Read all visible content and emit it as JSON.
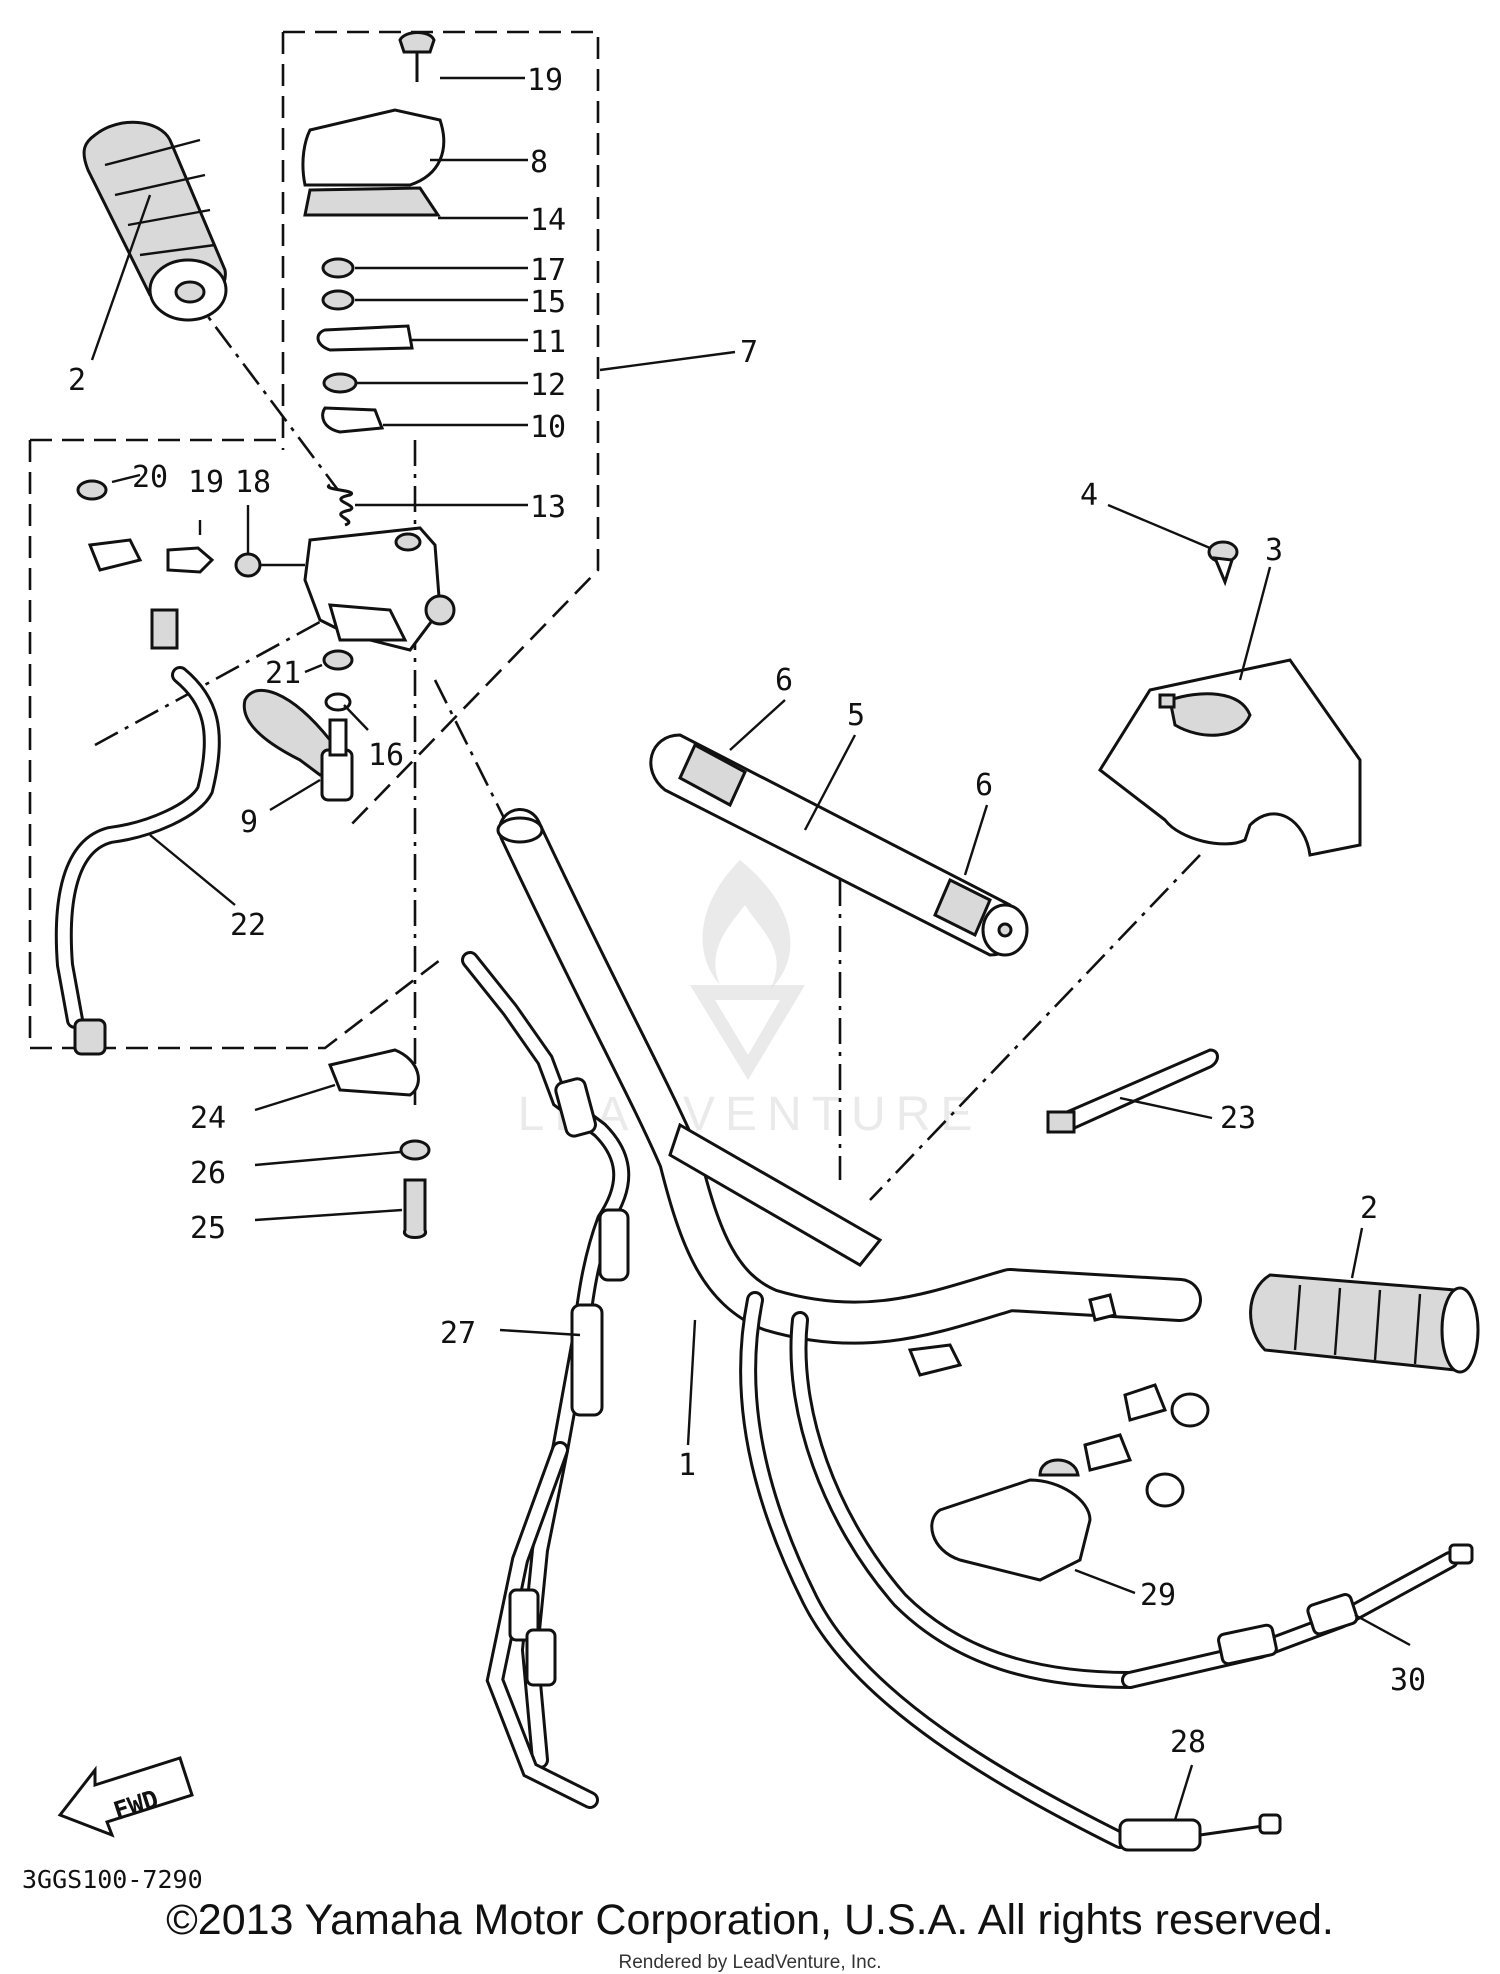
{
  "diagram": {
    "drawing_code": "3GGS100-7290",
    "fwd_label": "FWD",
    "callouts": [
      {
        "id": "c1",
        "text": "1"
      },
      {
        "id": "c2a",
        "text": "2"
      },
      {
        "id": "c2b",
        "text": "2"
      },
      {
        "id": "c3",
        "text": "3"
      },
      {
        "id": "c4",
        "text": "4"
      },
      {
        "id": "c5",
        "text": "5"
      },
      {
        "id": "c6a",
        "text": "6"
      },
      {
        "id": "c6b",
        "text": "6"
      },
      {
        "id": "c7",
        "text": "7"
      },
      {
        "id": "c8",
        "text": "8"
      },
      {
        "id": "c9",
        "text": "9"
      },
      {
        "id": "c10",
        "text": "10"
      },
      {
        "id": "c11",
        "text": "11"
      },
      {
        "id": "c12",
        "text": "12"
      },
      {
        "id": "c13",
        "text": "13"
      },
      {
        "id": "c14",
        "text": "14"
      },
      {
        "id": "c15",
        "text": "15"
      },
      {
        "id": "c16",
        "text": "16"
      },
      {
        "id": "c17",
        "text": "17"
      },
      {
        "id": "c18",
        "text": "18"
      },
      {
        "id": "c19a",
        "text": "19"
      },
      {
        "id": "c19b",
        "text": "19"
      },
      {
        "id": "c20",
        "text": "20"
      },
      {
        "id": "c21",
        "text": "21"
      },
      {
        "id": "c22",
        "text": "22"
      },
      {
        "id": "c23",
        "text": "23"
      },
      {
        "id": "c24",
        "text": "24"
      },
      {
        "id": "c25",
        "text": "25"
      },
      {
        "id": "c26",
        "text": "26"
      },
      {
        "id": "c27",
        "text": "27"
      },
      {
        "id": "c28",
        "text": "28"
      },
      {
        "id": "c29",
        "text": "29"
      },
      {
        "id": "c30",
        "text": "30"
      }
    ]
  },
  "footer": {
    "copyright": "©2013 Yamaha Motor Corporation, U.S.A. All rights reserved.",
    "rendered_by": "Rendered by LeadVenture, Inc."
  },
  "watermark": {
    "text": "LEADVENTURE"
  },
  "colors": {
    "ink": "#111111",
    "background": "#ffffff",
    "watermark": "#d9d9d9"
  }
}
